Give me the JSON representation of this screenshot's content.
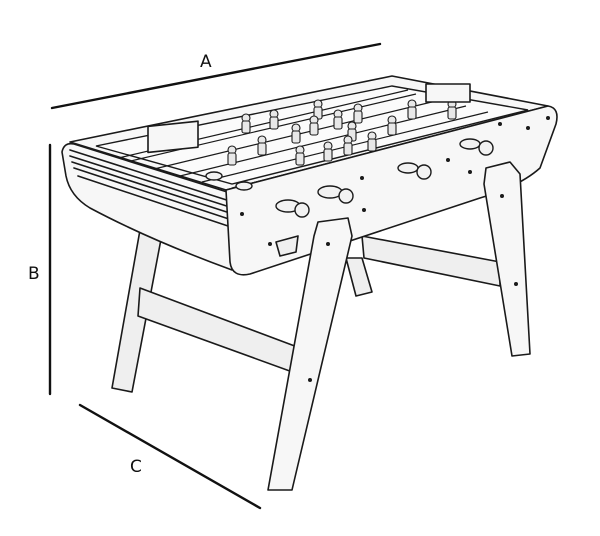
{
  "dimensions": {
    "a_label": "A",
    "b_label": "B",
    "c_label": "C"
  },
  "colors": {
    "outline": "#1a1a1a",
    "surface": "#f7f7f7",
    "background": "#ffffff"
  },
  "icons": {
    "object": "foosball-table-icon"
  }
}
